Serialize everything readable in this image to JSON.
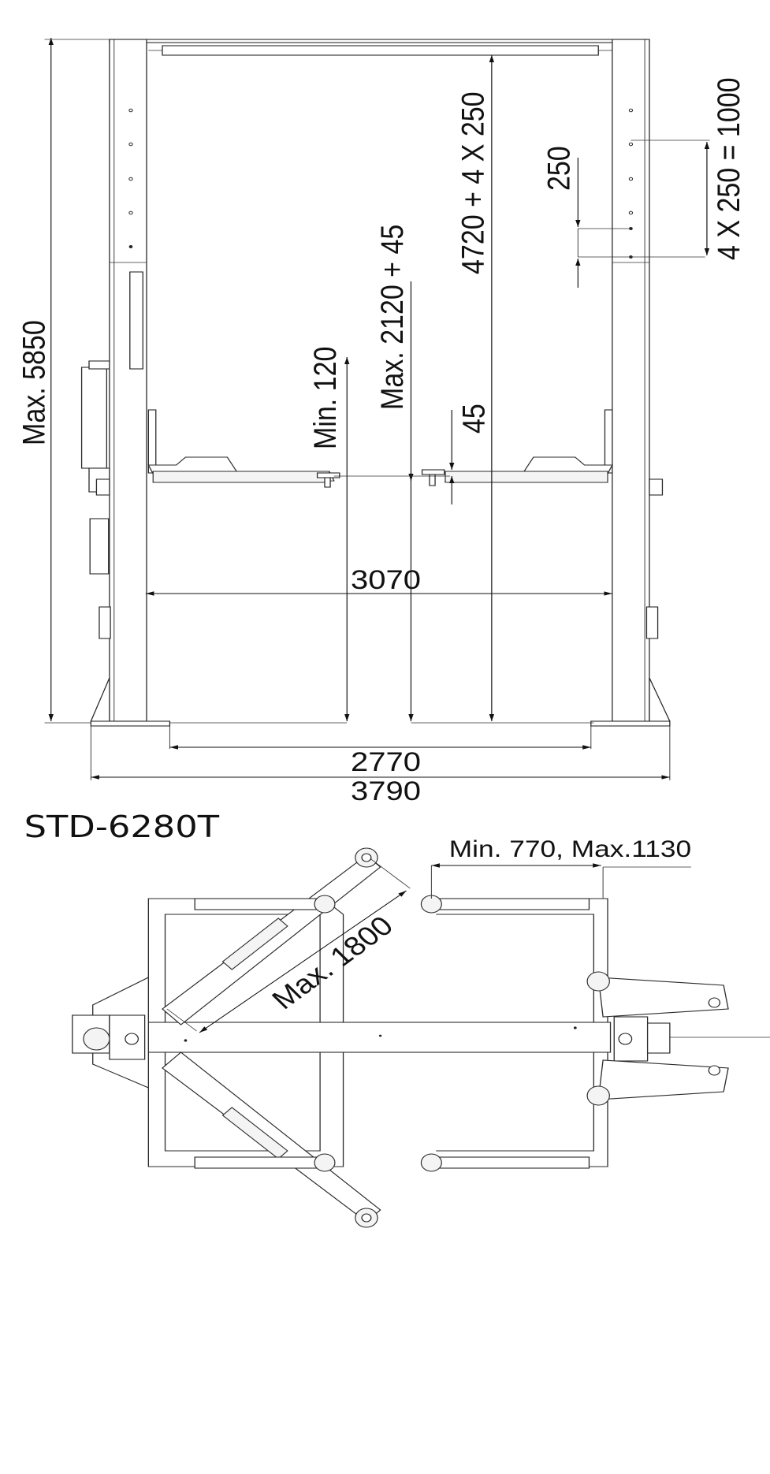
{
  "model": {
    "title": "STD-6280T"
  },
  "front_view": {
    "dimensions": {
      "overall_height": "Max. 5850",
      "column_height": "4720 + 4 X 250",
      "max_lift_height": "Max. 2120 + 45",
      "min_pad_height": "Min. 120",
      "pad_adapter": "45",
      "hole_spacing": "250",
      "height_adjust_range": "4 X 250 = 1000",
      "drive_through_width": "3070",
      "inner_base_width": "2770",
      "overall_width": "3790"
    }
  },
  "top_view": {
    "dimensions": {
      "arm_reach": "Max. 1800",
      "short_arm_range": "Min. 770, Max.1130"
    }
  },
  "colors": {
    "line": "#1a1a1a",
    "background": "#ffffff"
  }
}
